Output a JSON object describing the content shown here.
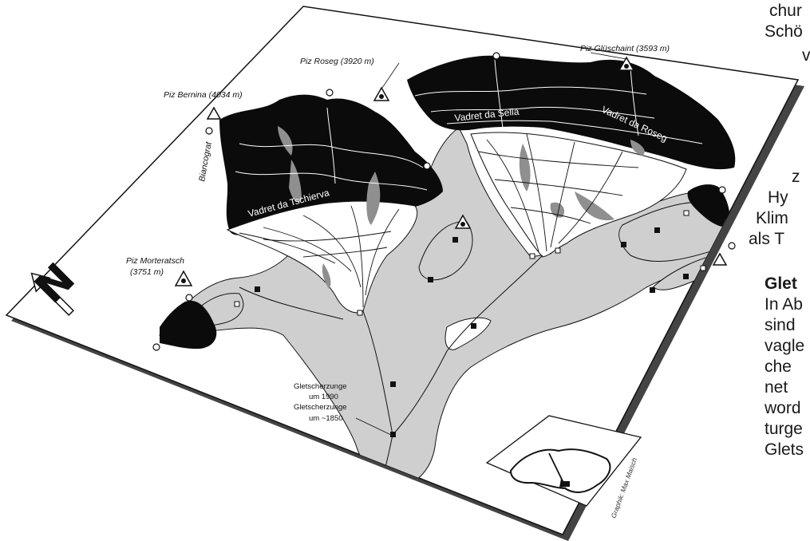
{
  "peaks": [
    {
      "label": "Piz Bernina (4034 m)"
    },
    {
      "label": "Piz Roseg (3920 m)"
    },
    {
      "label": "Piz Glüschaint (3593 m)"
    },
    {
      "label": "Piz Morteratsch"
    },
    {
      "label": "(3751 m)"
    }
  ],
  "ridge": "Biancograt",
  "glaciers": {
    "tschierva": "Vadret da Tschierva",
    "sella": "Vadret da Sella",
    "roseg": "Vadret da Roseg"
  },
  "tongues": {
    "t1990_line1": "Gletscherzunge",
    "t1990_line2": "um 1990",
    "t1850_line1": "Gletscherzunge",
    "t1850_line2": "um ~1850"
  },
  "credit": "Graphik: Max Maisch",
  "north_arrow": "N",
  "colors": {
    "rock": "#0b0b0b",
    "valley": "#cfcfcf",
    "moraine": "#8f8f8f",
    "glacier": "#ffffff",
    "board": "#ffffff"
  },
  "side_text": [
    {
      "text": "chur"
    },
    {
      "text": "Schö"
    },
    {
      "text": "v"
    },
    {
      "text": "z"
    },
    {
      "text": "Hy"
    },
    {
      "text": "Klim"
    },
    {
      "text": "als T"
    },
    {
      "text": "Glet"
    },
    {
      "text": "In Ab"
    },
    {
      "text": "sind"
    },
    {
      "text": "vagle"
    },
    {
      "text": "che"
    },
    {
      "text": "net"
    },
    {
      "text": "word"
    },
    {
      "text": "turge"
    },
    {
      "text": "Glets"
    }
  ]
}
